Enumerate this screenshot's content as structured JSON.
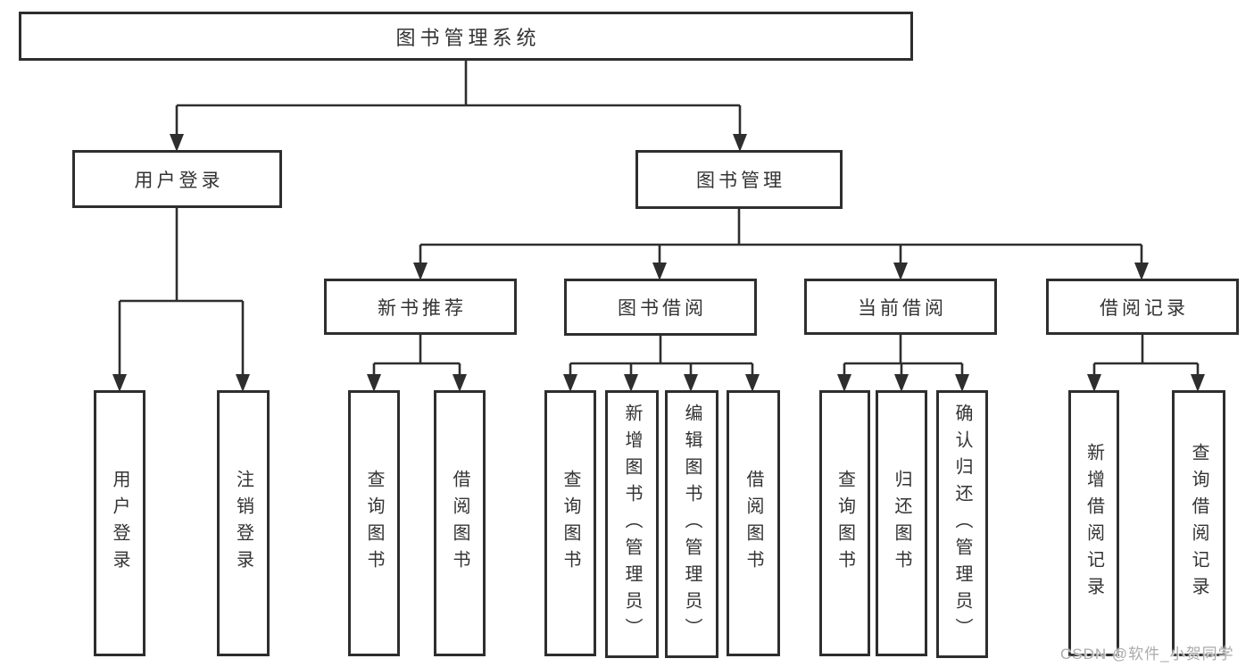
{
  "diagram": {
    "root": {
      "label": "图书管理系统"
    },
    "branches": [
      {
        "label": "用户登录",
        "children": [
          {
            "label": "用户登录"
          },
          {
            "label": "注销登录"
          }
        ]
      },
      {
        "label": "图书管理",
        "children": [
          {
            "label": "新书推荐",
            "children": [
              {
                "label": "查询图书"
              },
              {
                "label": "借阅图书"
              }
            ]
          },
          {
            "label": "图书借阅",
            "children": [
              {
                "label": "查询图书"
              },
              {
                "label": "新增图书（管理员）"
              },
              {
                "label": "编辑图书（管理员）"
              },
              {
                "label": "借阅图书"
              }
            ]
          },
          {
            "label": "当前借阅",
            "children": [
              {
                "label": "查询图书"
              },
              {
                "label": "归还图书"
              },
              {
                "label": "确认归还（管理员）"
              }
            ]
          },
          {
            "label": "借阅记录",
            "children": [
              {
                "label": "新增借阅记录"
              },
              {
                "label": "查询借阅记录"
              }
            ]
          }
        ]
      }
    ]
  },
  "watermark": {
    "text": "CSDN @软件_小贺同学"
  },
  "colors": {
    "line": "#2e2e2e",
    "text": "#333333",
    "watermark": "#ababab",
    "background": "#ffffff"
  }
}
